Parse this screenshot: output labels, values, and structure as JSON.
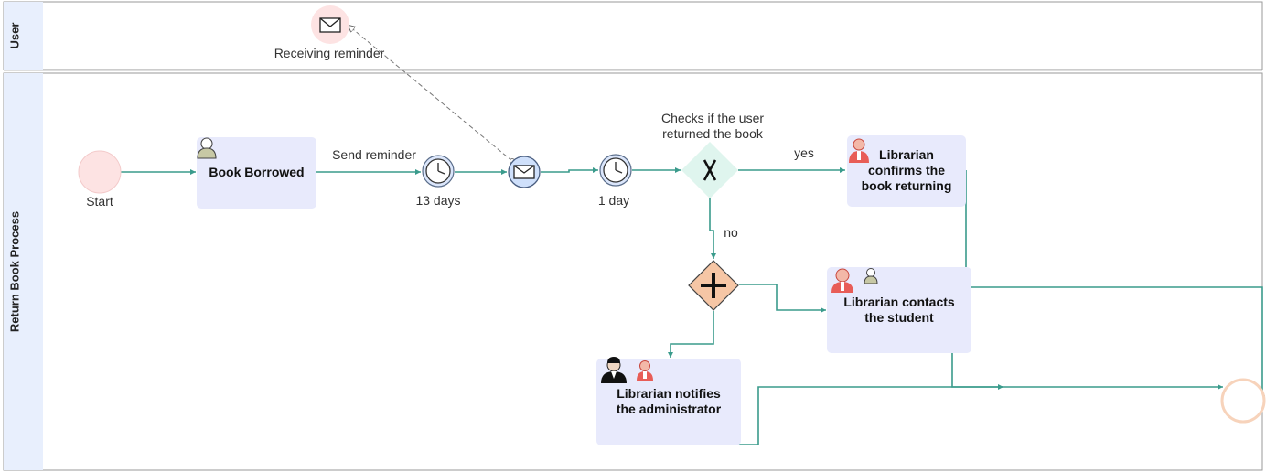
{
  "lanes": {
    "user": "User",
    "process": "Return Book Process"
  },
  "events": {
    "start": "Start",
    "receiving_reminder": "Receiving reminder",
    "timer_13": "13 days",
    "timer_1": "1 day"
  },
  "flows": {
    "send_reminder": "Send reminder",
    "yes": "yes",
    "no": "no"
  },
  "gateway": {
    "question_line1": "Checks if the user",
    "question_line2": "returned the book"
  },
  "tasks": {
    "book_borrowed": "Book Borrowed",
    "confirms_line1": "Librarian",
    "confirms_line2": "confirms the",
    "confirms_line3": "book returning",
    "contacts_line1": "Librarian contacts",
    "contacts_line2": "the student",
    "notifies_line1": "Librarian notifies",
    "notifies_line2": "the administrator"
  },
  "colors": {
    "flow": "#3a9b8c",
    "task_fill": "#e8eafc",
    "lane_header": "#e8effd",
    "start_fill": "#fde3e3",
    "end_stroke": "#f7d3bb",
    "xor_fill": "#dff5ee",
    "parallel_fill": "#f6c6a5"
  },
  "icons": [
    "user-task-icon",
    "librarian-icon",
    "administrator-icon",
    "timer-icon",
    "envelope-icon"
  ]
}
